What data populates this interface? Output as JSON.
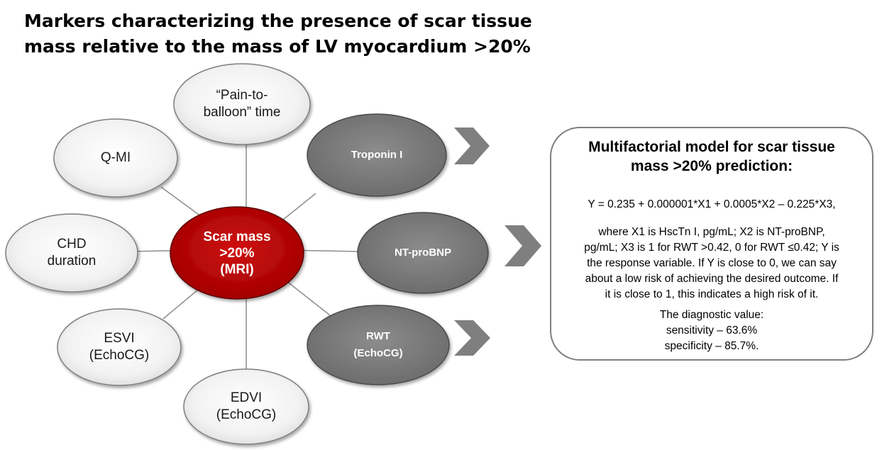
{
  "title": {
    "line1": "Markers characterizing the presence of scar tissue",
    "line2": "mass relative to the mass of LV myocardium >20%"
  },
  "center": {
    "line1": "Scar mass",
    "line2": ">20%",
    "line3": "(MRI)",
    "color": "#c00000"
  },
  "markers_light": {
    "pain_to_balloon": {
      "line1": "“Pain-to-",
      "line2": "balloon” time"
    },
    "q_mi": {
      "line1": "Q-MI"
    },
    "chd_duration": {
      "line1": "CHD",
      "line2": "duration"
    },
    "esvi": {
      "line1": "ESVI",
      "line2": "(EchoCG)"
    },
    "edvi": {
      "line1": "EDVI",
      "line2": "(EchoCG)"
    }
  },
  "markers_dark": {
    "troponin": {
      "line1": "Troponin I"
    },
    "ntprobnp": {
      "line1": "NT-proBNP"
    },
    "rwt": {
      "line1": "RWT",
      "line2": "(EchoCG)"
    }
  },
  "model": {
    "title_line1": "Multifactorial model for scar tissue",
    "title_line2": "mass >20% prediction:",
    "equation": "Y = 0.235 + 0.000001*X1 + 0.0005*X2 – 0.225*X3,",
    "where_lines": [
      "where X1 is HscTn I, pg/mL; X2 is NT-proBNP,",
      "pg/mL; X3 is 1 for RWT >0.42, 0 for RWT ≤0.42; Y is",
      "the response variable. If Y is close to 0, we can say",
      "about a low risk of achieving the desired outcome. If",
      "it is close to 1, this indicates a high risk of it."
    ],
    "diag_label": "The diagnostic value:",
    "sensitivity": "sensitivity – 63.6%",
    "specificity": "specificity – 85.7%."
  },
  "colors": {
    "light_fill": "#efefef",
    "light_stroke": "#7f7f7f",
    "dark_fill": "#7a7a7a",
    "arrow": "#7f7f7f",
    "connector": "#8c8c8c"
  }
}
